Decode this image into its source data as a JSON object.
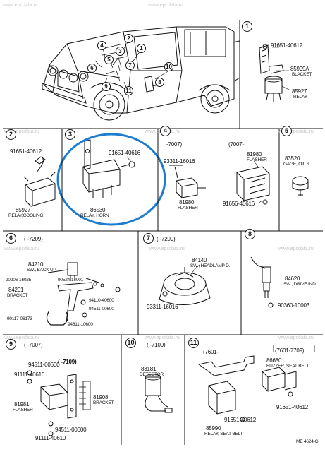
{
  "watermark": "www.epcdata.ru",
  "figure_code": "ME 4624-G",
  "callouts": [
    "1",
    "2",
    "3",
    "4",
    "5",
    "6",
    "7",
    "8",
    "9",
    "10",
    "11"
  ],
  "sections": {
    "s1": {
      "num": "1",
      "parts": [
        {
          "pn": "91651-40612",
          "name": ""
        },
        {
          "pn": "85999A",
          "name": "BLACKET"
        },
        {
          "pn": "85927",
          "name": "RELAY"
        }
      ]
    },
    "s2": {
      "num": "2",
      "parts": [
        {
          "pn": "91651-40612",
          "name": ""
        },
        {
          "pn": "85927",
          "name": "RELAY,COOLING"
        }
      ]
    },
    "s3": {
      "num": "3",
      "parts": [
        {
          "pn": "91651-40616",
          "name": ""
        },
        {
          "pn": "86530",
          "name": "RELAY, HORN"
        }
      ]
    },
    "s4": {
      "num": "4",
      "range_a": "-7007)",
      "range_b": "(7007-",
      "parts": [
        {
          "pn": "93311-16016",
          "name": ""
        },
        {
          "pn": "81980",
          "name": "FLASHER"
        },
        {
          "pn": "81980",
          "name": "FLASHER"
        },
        {
          "pn": "91656-40616",
          "name": ""
        }
      ]
    },
    "s5": {
      "num": "5",
      "parts": [
        {
          "pn": "83520",
          "name": "GAGE, OIL S."
        }
      ]
    },
    "s6": {
      "num": "6",
      "range": "(      -7209)",
      "parts": [
        {
          "pn": "84210",
          "name": "SW., BACK UP"
        },
        {
          "pn": "90206-16025",
          "name": ""
        },
        {
          "pn": "90524-14001",
          "name": ""
        },
        {
          "pn": "84201",
          "name": "BRACKET"
        },
        {
          "pn": "94110-40600",
          "name": ""
        },
        {
          "pn": "94511-00600",
          "name": ""
        },
        {
          "pn": "90117-06173",
          "name": ""
        },
        {
          "pn": "94611-10600",
          "name": ""
        }
      ]
    },
    "s7": {
      "num": "7",
      "range": "(      -7209)",
      "parts": [
        {
          "pn": "84140",
          "name": "SW., HEADLAMP D."
        },
        {
          "pn": "93311-16016",
          "name": ""
        }
      ]
    },
    "s8": {
      "num": "8",
      "parts": [
        {
          "pn": "84620",
          "name": "SW., DRIVE IND."
        },
        {
          "pn": "90360-10003",
          "name": ""
        }
      ]
    },
    "s9": {
      "num": "9",
      "range_a": "(      -7007)",
      "range_b": "(      -7109)",
      "parts": [
        {
          "pn": "94511-00600",
          "name": ""
        },
        {
          "pn": "91111-40610",
          "name": ""
        },
        {
          "pn": "81908",
          "name": "BRACKET"
        },
        {
          "pn": "81981",
          "name": "FLASHER"
        },
        {
          "pn": "94511-00600",
          "name": ""
        },
        {
          "pn": "91111-40610",
          "name": ""
        }
      ]
    },
    "s10": {
      "num": "10",
      "range": "(      -7109)",
      "parts": [
        {
          "pn": "83181",
          "name": "DETECTOR"
        }
      ]
    },
    "s11": {
      "num": "11",
      "range_a": "(7601-",
      "range_b": "(7601-7709)",
      "parts": [
        {
          "pn": "86680",
          "name": "BUZZER, SEAT BELT"
        },
        {
          "pn": "91651-40612",
          "name": ""
        },
        {
          "pn": "91651-40612",
          "name": ""
        },
        {
          "pn": "85990",
          "name": "RELAY, SEAT BELT"
        }
      ]
    }
  }
}
